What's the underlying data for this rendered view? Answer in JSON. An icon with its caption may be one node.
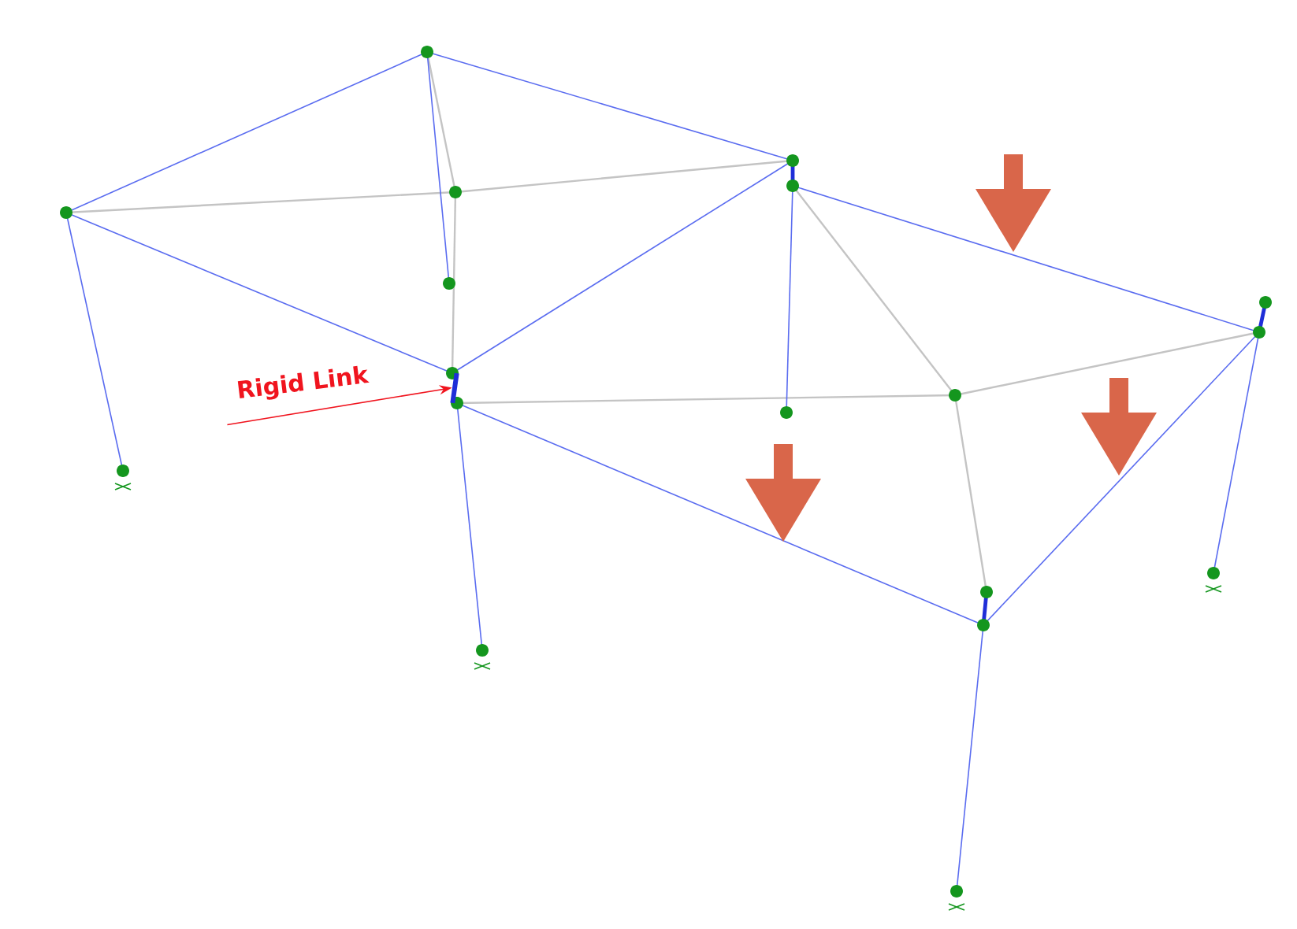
{
  "diagram": {
    "nodes": [
      {
        "text": [
          "Rigid Link"
        ]
      },
      {
        "text": [],
        "shape": "bar"
      }
    ],
    "edges": [
      {
        "from": 0,
        "to": 1,
        "arrow": "to"
      }
    ]
  }
}
